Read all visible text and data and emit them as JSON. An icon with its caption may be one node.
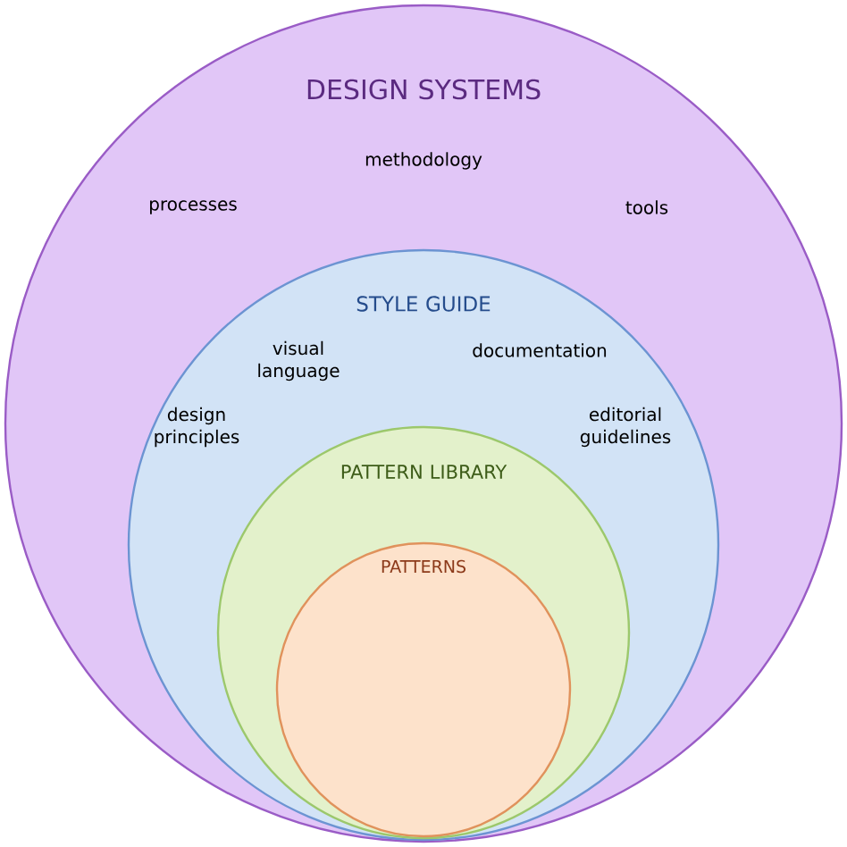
{
  "diagram": {
    "nodes": [
      {
        "text": [
          "DESIGN SYSTEMS",
          "methodology",
          "processes",
          "tools"
        ]
      },
      {
        "text": [
          "STYLE GUIDE",
          "visual language",
          "documentation",
          "design principles",
          "editorial guidelines"
        ],
        "in": 0
      },
      {
        "text": [
          "PATTERN LIBRARY"
        ],
        "in": 1
      },
      {
        "text": [
          "PATTERNS"
        ],
        "in": 2
      }
    ]
  }
}
